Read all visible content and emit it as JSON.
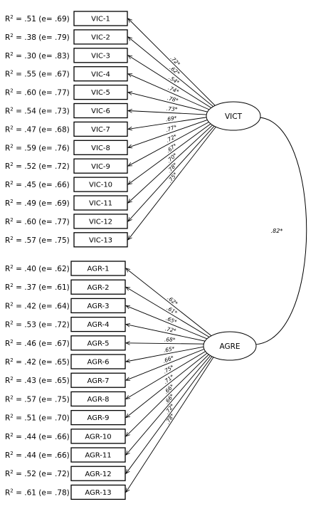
{
  "factors": [
    {
      "id": "vict",
      "label": "VICT",
      "indicators": [
        {
          "name": "VIC-1",
          "r2": "R2 = .51 (e= .69)",
          "loading": ".72*"
        },
        {
          "name": "VIC-2",
          "r2": "R2 = .38 (e= .79)",
          "loading": ".62*"
        },
        {
          "name": "VIC-3",
          "r2": "R2 = .30 (e= .83)",
          "loading": ".54*"
        },
        {
          "name": "VIC-4",
          "r2": "R2 = .55 (e= .67)",
          "loading": ".74*"
        },
        {
          "name": "VIC-5",
          "r2": "R2 = .60 (e= .77)",
          "loading": ".78*"
        },
        {
          "name": "VIC-6",
          "r2": "R2 = .54 (e= .73)",
          "loading": ".73*"
        },
        {
          "name": "VIC-7",
          "r2": "R2 = .47 (e= .68)",
          "loading": ".69*"
        },
        {
          "name": "VIC-8",
          "r2": "R2 = .59 (e= .76)",
          "loading": ".77*"
        },
        {
          "name": "VIC-9",
          "r2": "R2 = .52 (e= .72)",
          "loading": ".72*"
        },
        {
          "name": "VIC-10",
          "r2": "R2 = .45 (e= .66)",
          "loading": ".67*"
        },
        {
          "name": "VIC-11",
          "r2": "R2 = .49 (e= .69)",
          "loading": ".70*"
        },
        {
          "name": "VIC-12",
          "r2": "R2 = .60 (e= .77)",
          "loading": ".78*"
        },
        {
          "name": "VIC-13",
          "r2": "R2 = .57 (e= .75)",
          "loading": ".75*"
        }
      ]
    },
    {
      "id": "agre",
      "label": "AGRE",
      "indicators": [
        {
          "name": "AGR-1",
          "r2": "R2 = .40 (e= .62)",
          "loading": ".62*"
        },
        {
          "name": "AGR-2",
          "r2": "R2 = .37 (e= .61)",
          "loading": ".61*"
        },
        {
          "name": "AGR-3",
          "r2": "R2 = .42 (e= .64)",
          "loading": ".65*"
        },
        {
          "name": "AGR-4",
          "r2": "R2 = .53 (e= .72)",
          "loading": ".72*"
        },
        {
          "name": "AGR-5",
          "r2": "R2 = .46 (e= .67)",
          "loading": ".68*"
        },
        {
          "name": "AGR-6",
          "r2": "R2 = .42 (e= .65)",
          "loading": ".65*"
        },
        {
          "name": "AGR-7",
          "r2": "R2 = .43 (e= .65)",
          "loading": ".66*"
        },
        {
          "name": "AGR-8",
          "r2": "R2 = .57 (e= .75)",
          "loading": ".75*"
        },
        {
          "name": "AGR-9",
          "r2": "R2 = .51 (e= .70)",
          "loading": ".71*"
        },
        {
          "name": "AGR-10",
          "r2": "R2 = .44 (e= .66)",
          "loading": ".66*"
        },
        {
          "name": "AGR-11",
          "r2": "R2 = .44 (e= .66)",
          "loading": ".66*"
        },
        {
          "name": "AGR-12",
          "r2": "R2 = .52 (e= .72)",
          "loading": ".72*"
        },
        {
          "name": "AGR-13",
          "r2": "R2 = .61 (e= .78)",
          "loading": ".78*"
        }
      ]
    }
  ],
  "correlation": ".82*"
}
